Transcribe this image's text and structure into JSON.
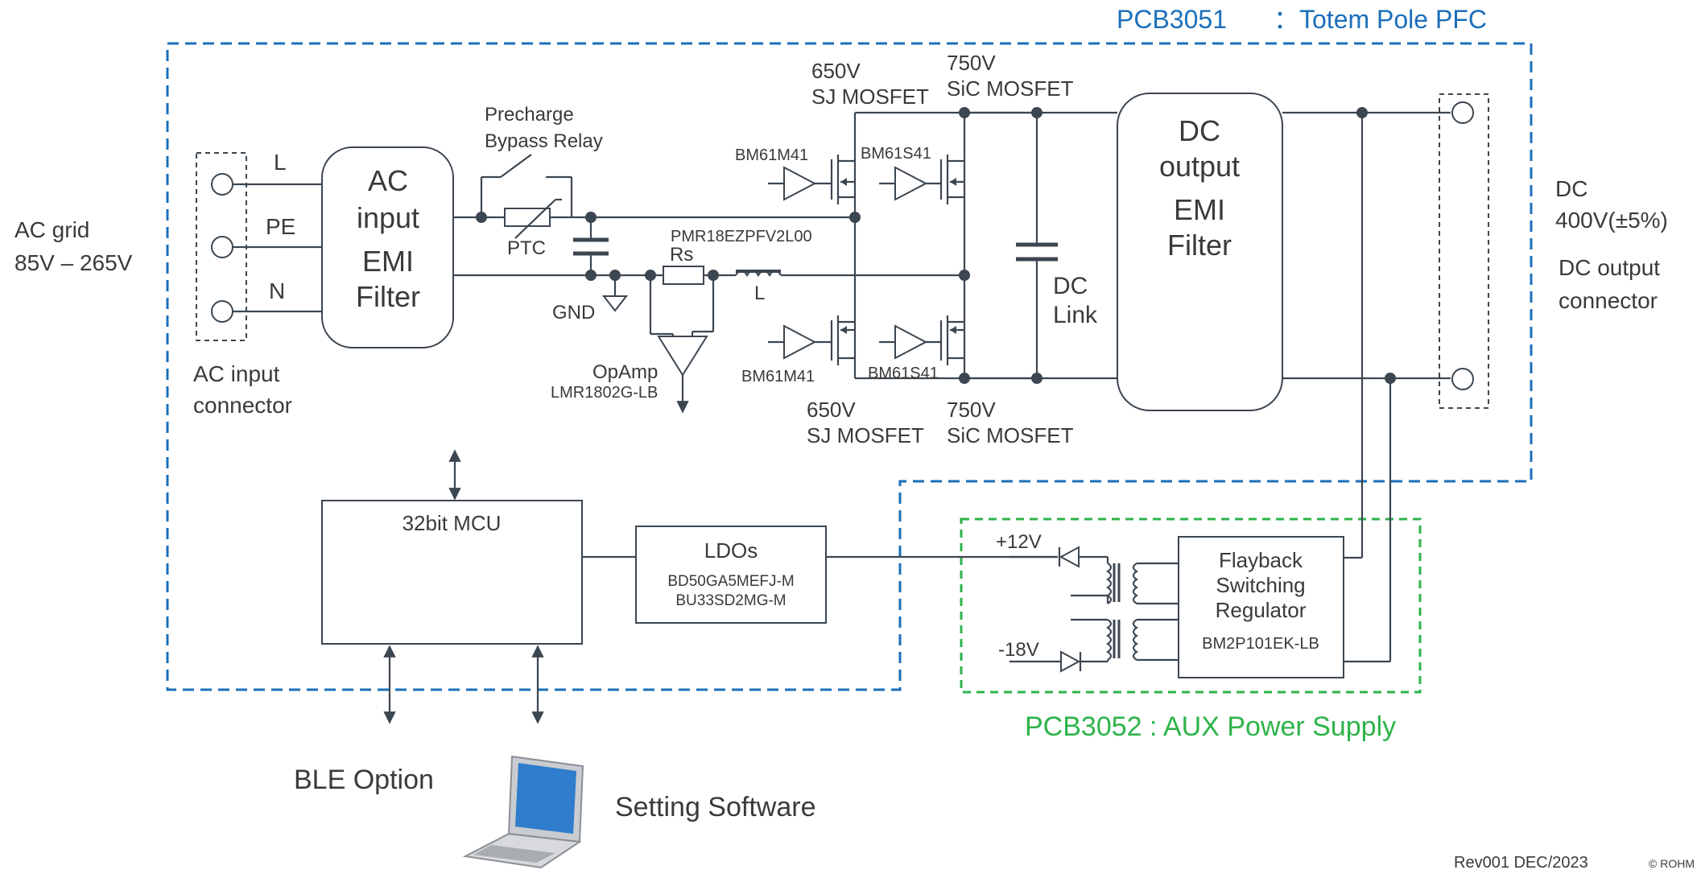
{
  "pcb3051": {
    "title_id": "PCB3051",
    "title_desc": "：Totem Pole PFC",
    "border_color": "#1b6fba"
  },
  "pcb3052": {
    "title": "PCB3052 : AUX Power Supply",
    "border_color": "#2eb34a"
  },
  "ac_grid": {
    "line1": "AC grid",
    "line2": "85V – 265V"
  },
  "ac_connector": {
    "pin_l": "L",
    "pin_pe": "PE",
    "pin_n": "N",
    "label_line1": "AC input",
    "label_line2": "connector"
  },
  "ac_emi": {
    "line1": "AC",
    "line2": "input",
    "line3": "EMI",
    "line4": "Filter"
  },
  "precharge": {
    "line1": "Precharge",
    "line2": "Bypass Relay",
    "ptc": "PTC",
    "gnd": "GND"
  },
  "shunt": {
    "part": "PMR18EZPFV2L00",
    "name": "Rs",
    "inductor": "L"
  },
  "opamp": {
    "name": "OpAmp",
    "part": "LMR1802G-LB"
  },
  "mosfets": {
    "sj_top_voltage": "650V",
    "sj_top_type": "SJ MOSFET",
    "sic_top_voltage": "750V",
    "sic_top_type": "SiC MOSFET",
    "sj_bottom_voltage": "650V",
    "sj_bottom_type": "SJ MOSFET",
    "sic_bottom_voltage": "750V",
    "sic_bottom_type": "SiC MOSFET"
  },
  "drivers": {
    "sj_top": "BM61M41",
    "sic_top": "BM61S41",
    "sj_bottom": "BM61M41",
    "sic_bottom": "BM61S41"
  },
  "dc_link": {
    "line1": "DC",
    "line2": "Link"
  },
  "dc_emi": {
    "line1": "DC",
    "line2": "output",
    "line3": "EMI",
    "line4": "Filter"
  },
  "dc_output": {
    "line1": "DC",
    "line2": "400V(±5%)",
    "conn_line1": "DC output",
    "conn_line2": "connector"
  },
  "mcu": {
    "label": "32bit MCU"
  },
  "ldo": {
    "title": "LDOs",
    "part1": "BD50GA5MEFJ-M",
    "part2": "BU33SD2MG-M"
  },
  "aux": {
    "plus": "+12V",
    "minus": "-18V",
    "fb_line1": "Flayback",
    "fb_line2": "Switching",
    "fb_line3": "Regulator",
    "fb_part": "BM2P101EK-LB"
  },
  "ble": {
    "label": "BLE Option"
  },
  "software": {
    "label": "Setting Software",
    "icon": "laptop-icon",
    "screen_color": "#2f7dcc"
  },
  "footer": {
    "rev": "Rev001  DEC/2023",
    "copyright": "© ROHM"
  }
}
